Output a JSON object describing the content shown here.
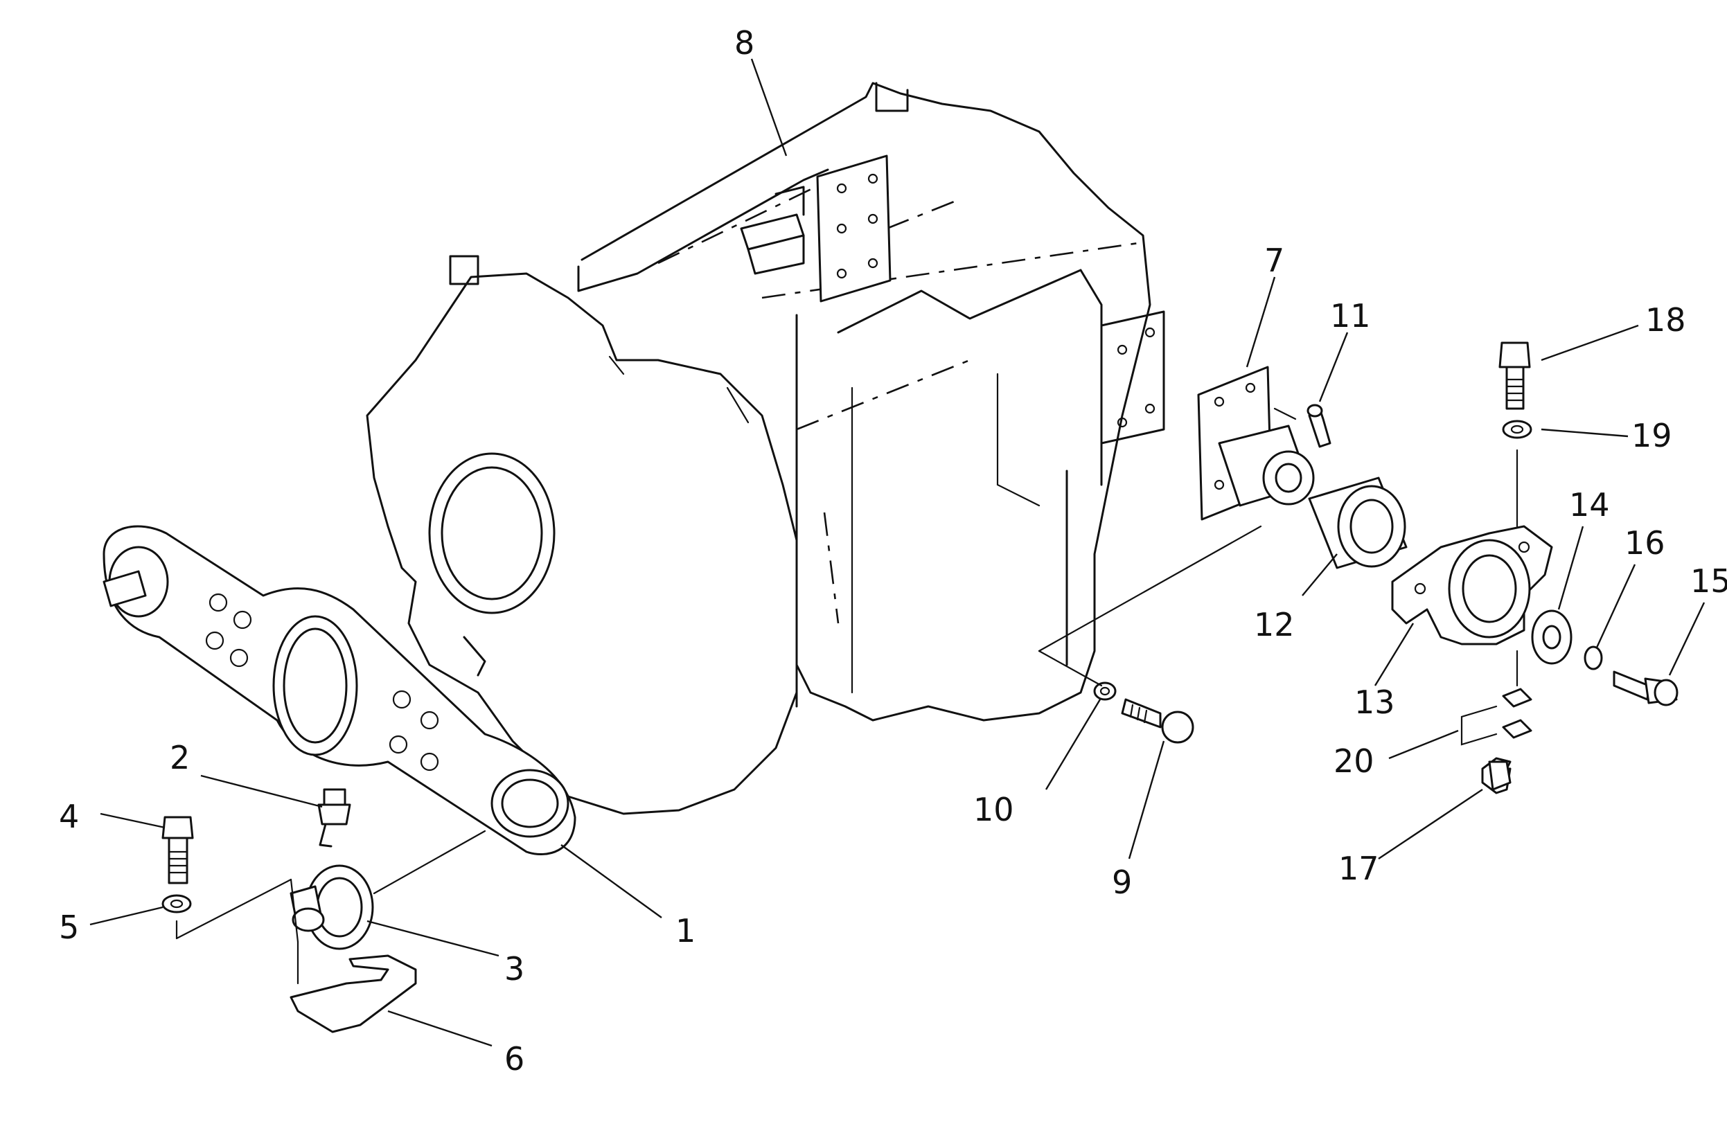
{
  "callouts": [
    {
      "id": "1",
      "label": "1"
    },
    {
      "id": "2",
      "label": "2"
    },
    {
      "id": "3",
      "label": "3"
    },
    {
      "id": "4",
      "label": "4"
    },
    {
      "id": "5",
      "label": "5"
    },
    {
      "id": "6",
      "label": "6"
    },
    {
      "id": "7",
      "label": "7"
    },
    {
      "id": "8",
      "label": "8"
    },
    {
      "id": "9",
      "label": "9"
    },
    {
      "id": "10",
      "label": "10"
    },
    {
      "id": "11",
      "label": "11"
    },
    {
      "id": "12",
      "label": "12"
    },
    {
      "id": "13",
      "label": "13"
    },
    {
      "id": "14",
      "label": "14"
    },
    {
      "id": "15",
      "label": "15"
    },
    {
      "id": "16",
      "label": "16"
    },
    {
      "id": "17",
      "label": "17"
    },
    {
      "id": "18",
      "label": "18"
    },
    {
      "id": "19",
      "label": "19"
    },
    {
      "id": "20",
      "label": "20"
    }
  ]
}
